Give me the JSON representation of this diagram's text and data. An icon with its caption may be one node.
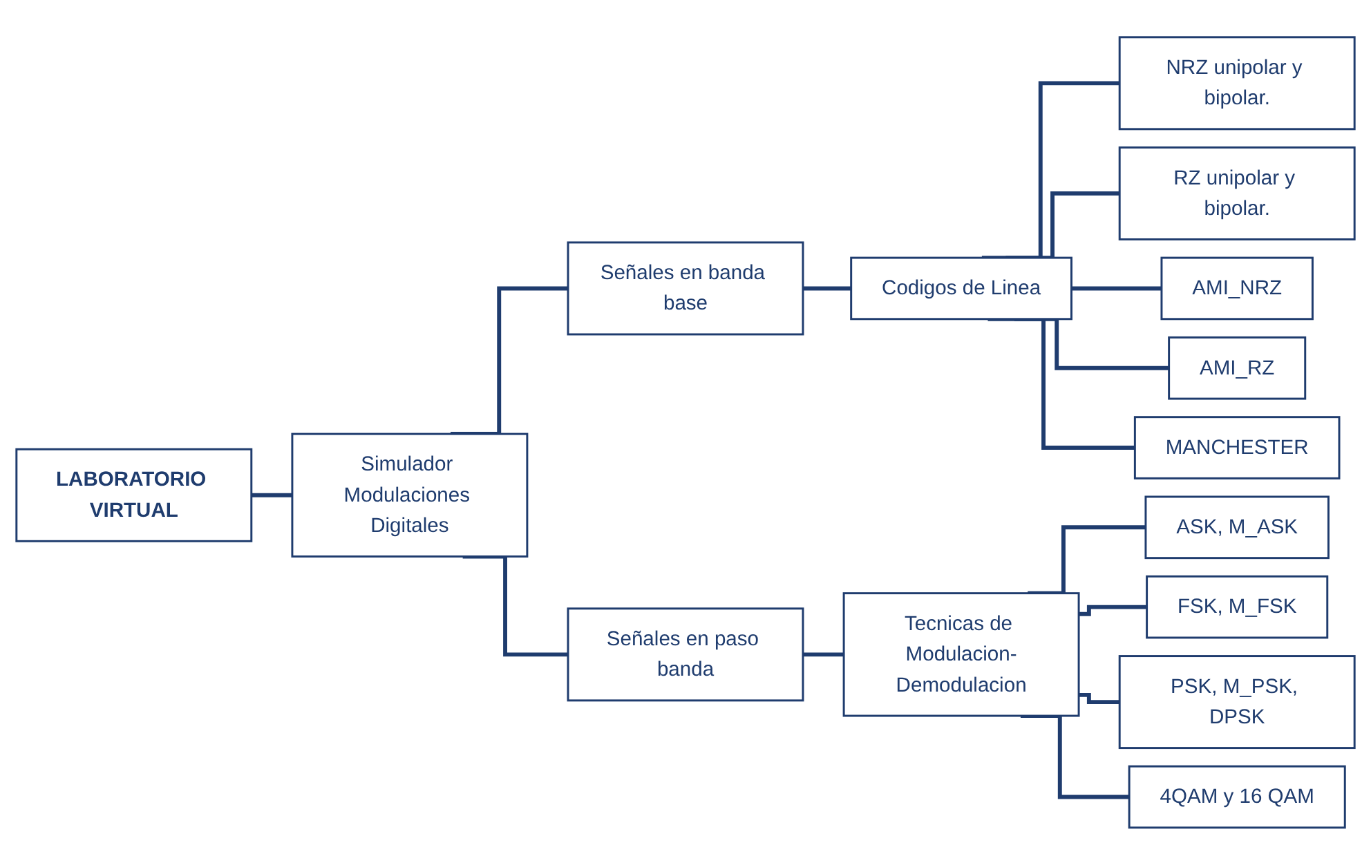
{
  "diagram": {
    "nodes": [
      {
        "text": [
          "LABORATORIO VIRTUAL"
        ]
      },
      {
        "text": [
          "Simulador Modulaciones Digitales"
        ]
      },
      {
        "text": [
          "Señales en banda base"
        ]
      },
      {
        "text": [
          "Codigos de Linea"
        ]
      },
      {
        "text": [
          "NRZ unipolar y bipolar."
        ]
      },
      {
        "text": [
          "RZ unipolar y bipolar."
        ]
      },
      {
        "text": [
          "AMI_NRZ"
        ]
      },
      {
        "text": [
          "AMI_RZ"
        ]
      },
      {
        "text": [
          "MANCHESTER"
        ]
      },
      {
        "text": [
          "Señales en paso banda"
        ]
      },
      {
        "text": [
          "Tecnicas de Modulacion-Demodulacion"
        ]
      },
      {
        "text": [
          "ASK, M_ASK"
        ]
      },
      {
        "text": [
          "FSK, M_FSK"
        ]
      },
      {
        "text": [
          "PSK, M_PSK, DPSK"
        ]
      },
      {
        "text": [
          "4QAM y 16 QAM"
        ]
      }
    ],
    "edges": [
      {
        "from": 0,
        "to": 1,
        "arrow": "none"
      },
      {
        "from": 1,
        "to": 2,
        "arrow": "none"
      },
      {
        "from": 1,
        "to": 9,
        "arrow": "none"
      },
      {
        "from": 2,
        "to": 3,
        "arrow": "none"
      },
      {
        "from": 3,
        "to": 4,
        "arrow": "none"
      },
      {
        "from": 3,
        "to": 5,
        "arrow": "none"
      },
      {
        "from": 3,
        "to": 6,
        "arrow": "none"
      },
      {
        "from": 3,
        "to": 7,
        "arrow": "none"
      },
      {
        "from": 3,
        "to": 8,
        "arrow": "none"
      },
      {
        "from": 9,
        "to": 10,
        "arrow": "none"
      },
      {
        "from": 10,
        "to": 11,
        "arrow": "none"
      },
      {
        "from": 10,
        "to": 12,
        "arrow": "none"
      },
      {
        "from": 10,
        "to": 13,
        "arrow": "none"
      },
      {
        "from": 10,
        "to": 14,
        "arrow": "none"
      }
    ]
  }
}
